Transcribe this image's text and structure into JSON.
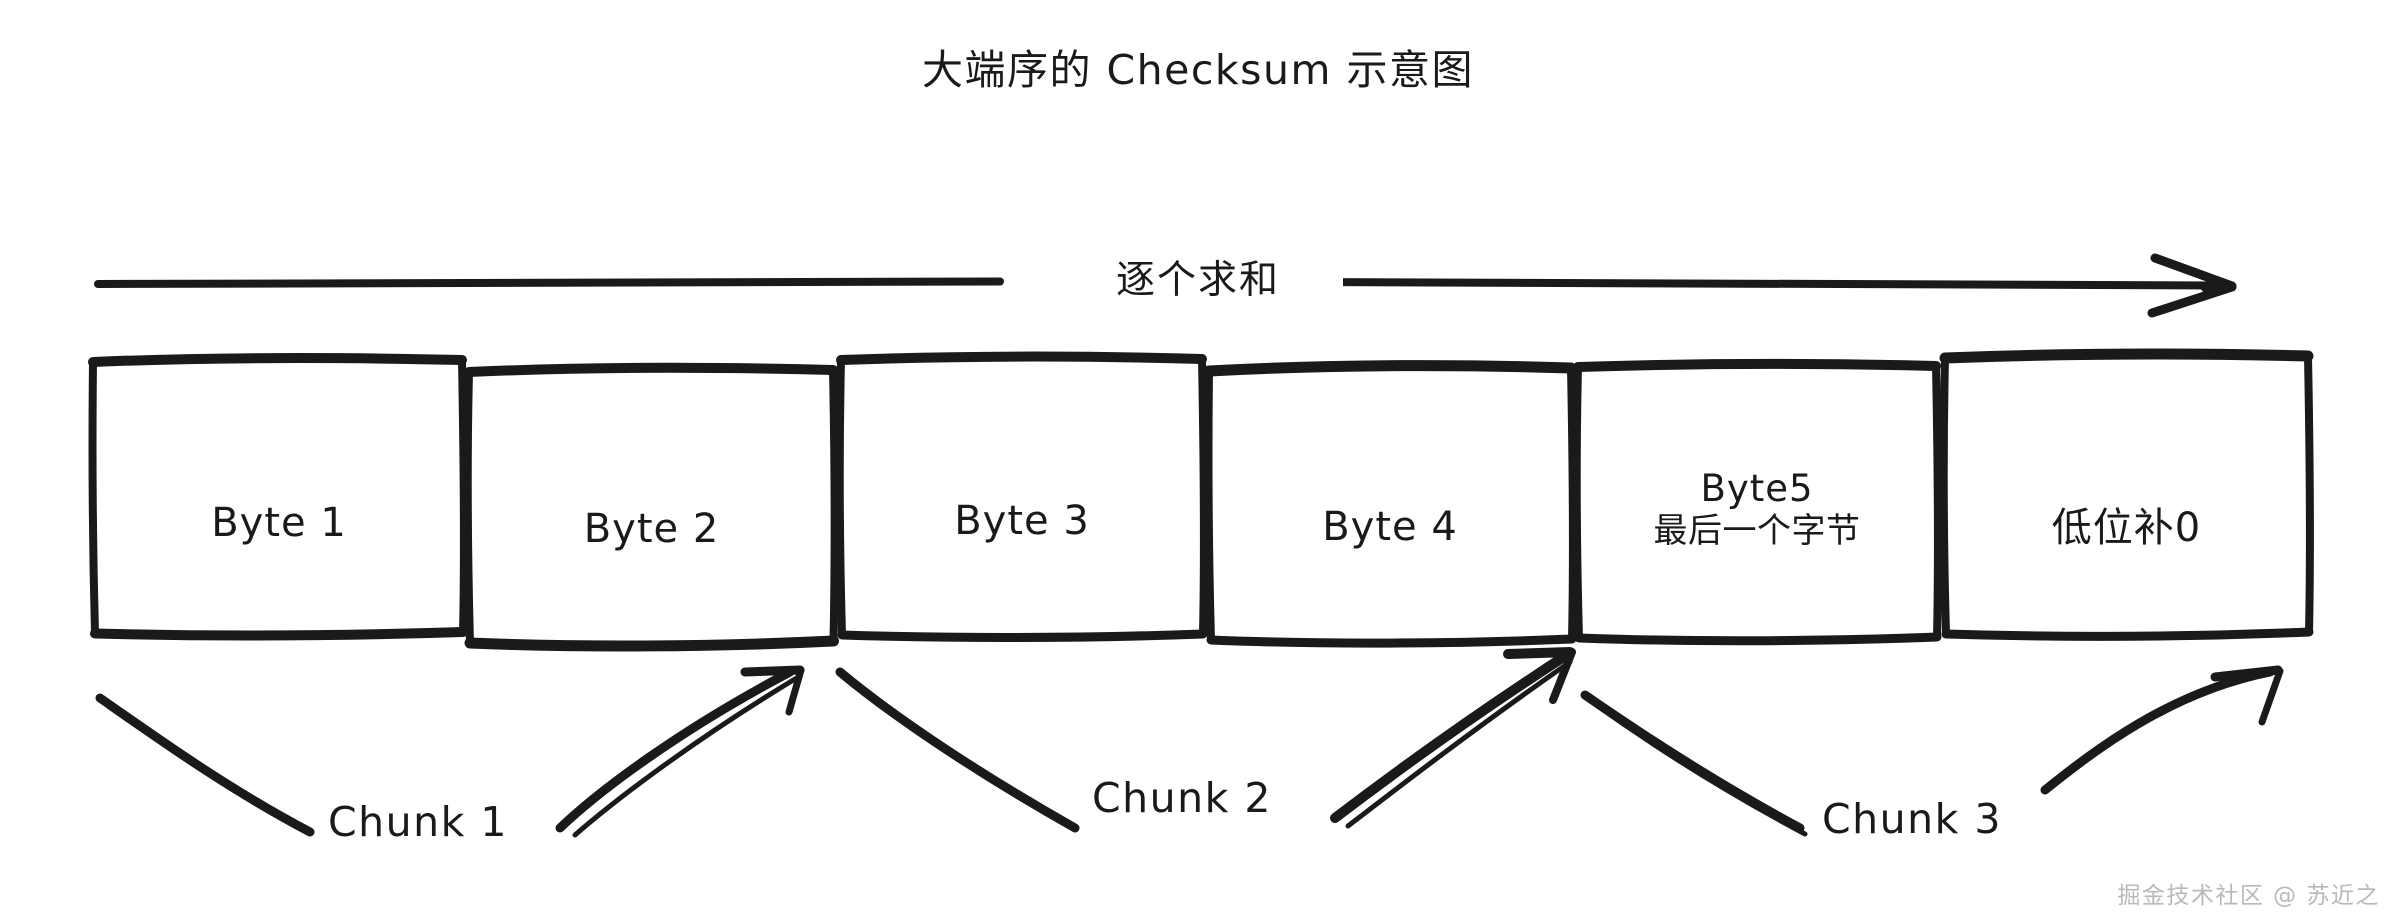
{
  "title": "大端序的 Checksum 示意图",
  "flow": {
    "label": "逐个求和",
    "arrow_icon": "right-arrow-icon"
  },
  "boxes": [
    {
      "id": "byte-1",
      "label": "Byte 1",
      "sub": ""
    },
    {
      "id": "byte-2",
      "label": "Byte 2",
      "sub": ""
    },
    {
      "id": "byte-3",
      "label": "Byte 3",
      "sub": ""
    },
    {
      "id": "byte-4",
      "label": "Byte 4",
      "sub": ""
    },
    {
      "id": "byte-5",
      "label": "Byte5",
      "sub": "最后一个字节"
    },
    {
      "id": "padding",
      "label": "低位补0",
      "sub": ""
    }
  ],
  "chunks": [
    {
      "id": "chunk-1",
      "label": "Chunk 1",
      "covers": "Byte 1 - Byte 2"
    },
    {
      "id": "chunk-2",
      "label": "Chunk 2",
      "covers": "Byte 3 - Byte 4"
    },
    {
      "id": "chunk-3",
      "label": "Chunk 3",
      "covers": "Byte5 - 低位补0"
    }
  ],
  "watermark": "掘金技术社区 @ 苏近之",
  "colors": {
    "ink": "#1a1a1a",
    "paper": "#ffffff",
    "watermark": "#b9b9b9"
  }
}
